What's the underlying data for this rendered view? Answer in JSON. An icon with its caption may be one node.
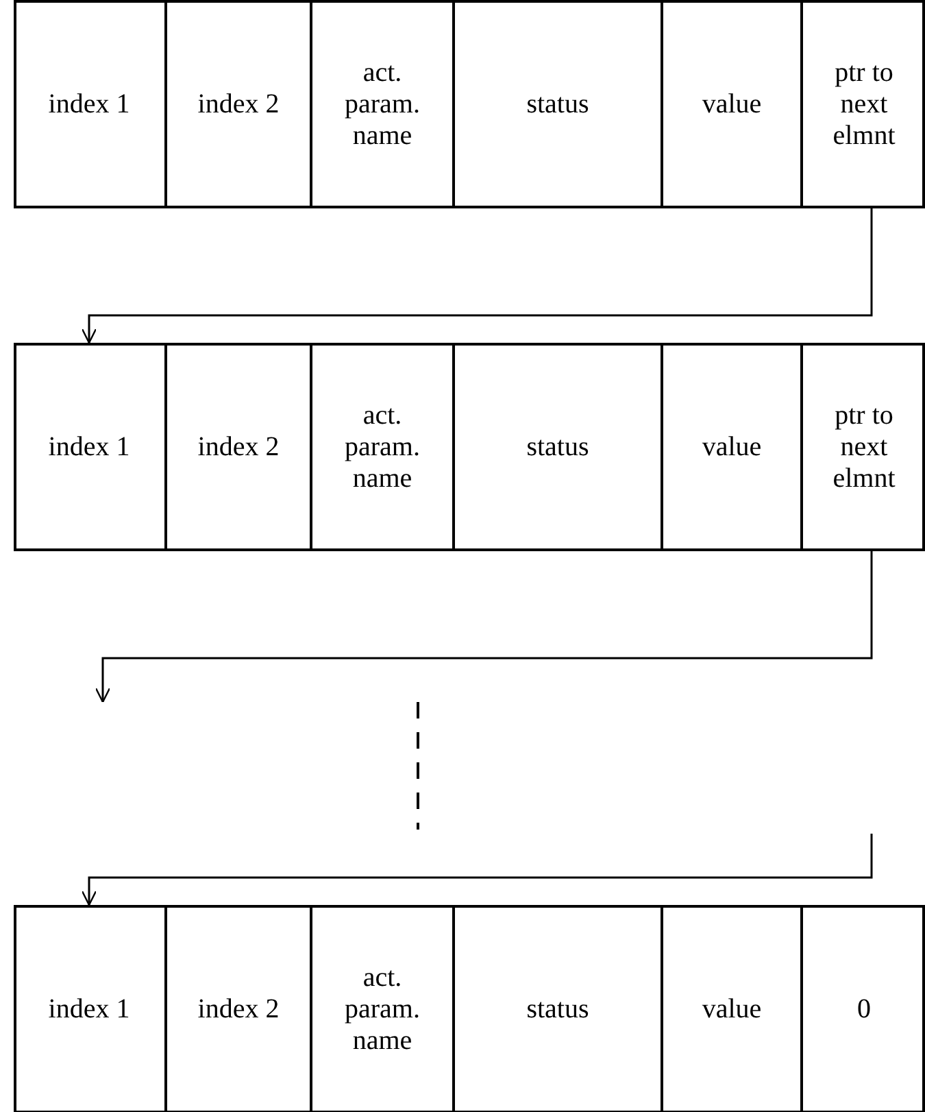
{
  "diagram": {
    "nodes": [
      {
        "text": [],
        "shape": "box"
      },
      {
        "text": [
          "index 1"
        ],
        "in": 0
      },
      {
        "text": [
          "index 2"
        ],
        "in": 0
      },
      {
        "text": [
          "act. param. name"
        ],
        "in": 0
      },
      {
        "text": [
          "status"
        ],
        "in": 0
      },
      {
        "text": [
          "value"
        ],
        "in": 0
      },
      {
        "text": [
          "ptr to next elmnt"
        ],
        "in": 0
      },
      {
        "text": [],
        "shape": "box"
      },
      {
        "text": [
          "index 1"
        ],
        "in": 7
      },
      {
        "text": [
          "index 2"
        ],
        "in": 7
      },
      {
        "text": [
          "act. param. name"
        ],
        "in": 7
      },
      {
        "text": [
          "status"
        ],
        "in": 7
      },
      {
        "text": [
          "value"
        ],
        "in": 7
      },
      {
        "text": [
          "ptr to next elmnt"
        ],
        "in": 7
      },
      {
        "text": [],
        "shape": "box"
      },
      {
        "text": [
          "index 1"
        ],
        "in": 14
      },
      {
        "text": [
          "index 2"
        ],
        "in": 14
      },
      {
        "text": [
          "act. param. name"
        ],
        "in": 14
      },
      {
        "text": [
          "status"
        ],
        "in": 14
      },
      {
        "text": [
          "value"
        ],
        "in": 14
      },
      {
        "text": [
          "0"
        ],
        "in": 14
      }
    ],
    "edges": [
      {
        "from": 6,
        "to": 8,
        "arrow": "to"
      },
      {
        "from": 13,
        "to": null,
        "arrow": "to"
      },
      {
        "from": null,
        "to": 15,
        "arrow": "to"
      }
    ]
  }
}
